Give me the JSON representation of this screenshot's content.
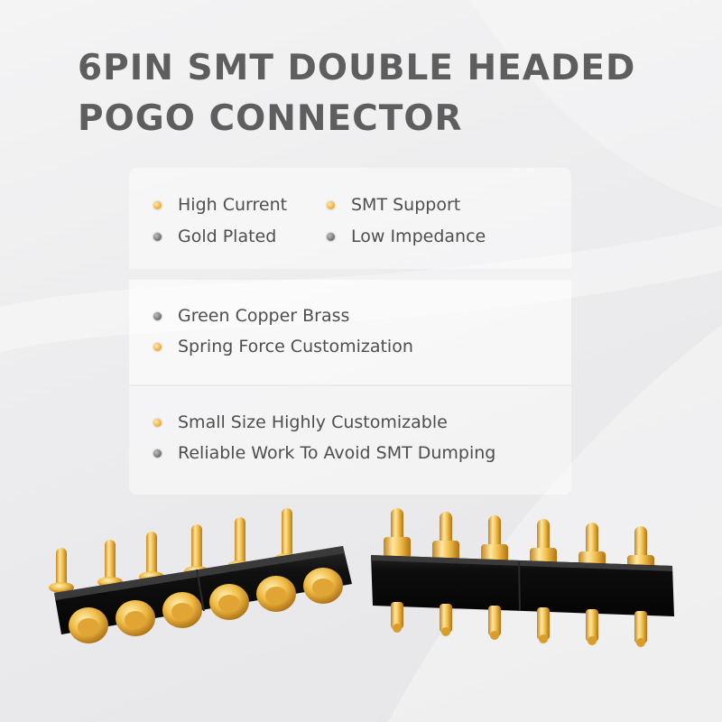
{
  "title": {
    "line1": "6PIN SMT DOUBLE HEADED",
    "line2": "POGO CONNECTOR"
  },
  "features": {
    "panel1": [
      {
        "label": "High Current",
        "dot": "gold"
      },
      {
        "label": "SMT Support",
        "dot": "gold"
      },
      {
        "label": "Gold Plated",
        "dot": "gray"
      },
      {
        "label": "Low Impedance",
        "dot": "gray"
      }
    ],
    "panel2": [
      {
        "label": "Green Copper Brass",
        "dot": "gray"
      },
      {
        "label": "Spring Force Customization",
        "dot": "gold"
      }
    ],
    "panel3": [
      {
        "label": "Small Size Highly Customizable",
        "dot": "gold"
      },
      {
        "label": "Reliable Work To Avoid SMT Dumping",
        "dot": "gray"
      }
    ]
  },
  "colors": {
    "title": "#5e5e5e",
    "text": "#4e4e4e",
    "gold_dot": "#e9a93a",
    "gray_dot": "#6c6c6c",
    "connector_body": "#111111",
    "pin_gold": "#f2c14e"
  },
  "images": {
    "left": "pogo-connector-angled-view",
    "right": "pogo-connector-front-view"
  }
}
